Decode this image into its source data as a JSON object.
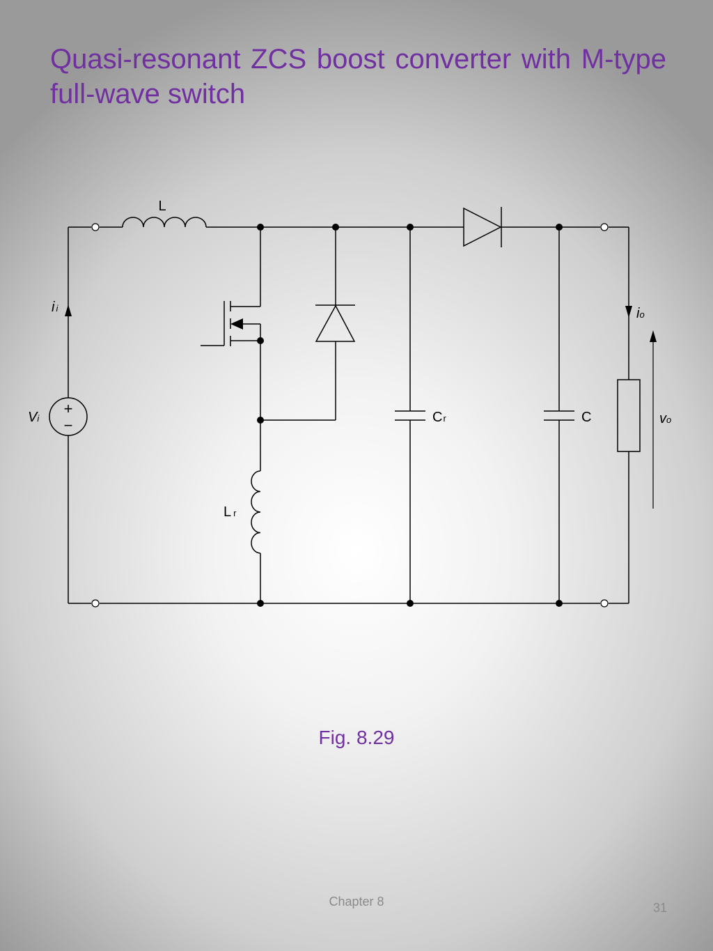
{
  "slide": {
    "title": "Quasi-resonant ZCS boost converter with M-type full-wave switch",
    "caption": "Fig. 8.29",
    "footer": "Chapter 8",
    "page_number": "31"
  },
  "circuit": {
    "labels": {
      "inductor_L": "L",
      "inductor_Lr_main": "L",
      "inductor_Lr_sub": "r",
      "capacitor_Cr_main": "C",
      "capacitor_Cr_sub": "r",
      "capacitor_C": "C",
      "source_Vi_main": "V",
      "source_Vi_sub": "i",
      "current_ii_main": "i",
      "current_ii_sub": "i",
      "current_io_main": "i",
      "current_io_sub": "o",
      "voltage_vo_main": "v",
      "voltage_vo_sub": "o",
      "source_plus": "+",
      "source_minus": "−"
    },
    "colors": {
      "title": "#7030a0",
      "caption": "#7030a0",
      "footer": "#8a8a8a",
      "wire": "#000000"
    }
  }
}
